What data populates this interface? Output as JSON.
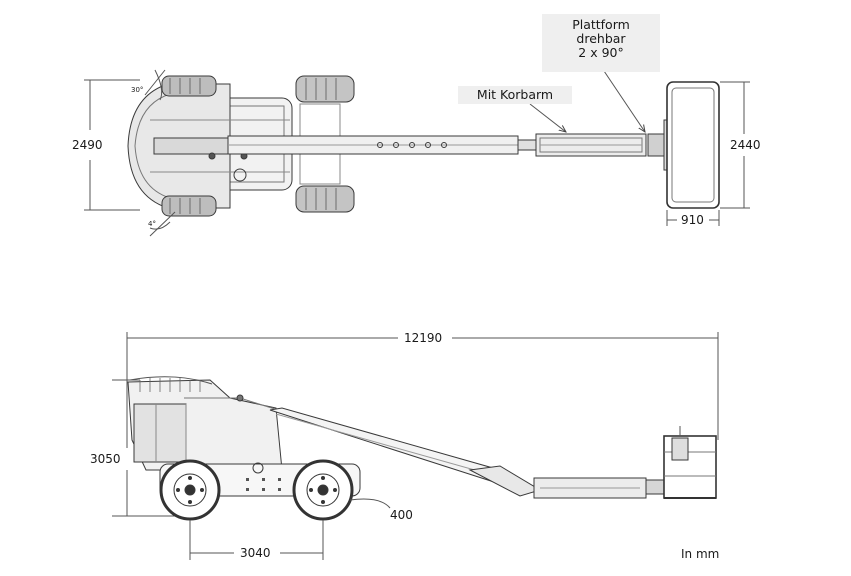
{
  "top_view": {
    "dims": {
      "overall_width": "2490",
      "platform_width": "2440",
      "platform_depth": "910"
    },
    "callouts": {
      "rotating_platform": [
        "Plattform",
        "drehbar",
        "2 x 90°"
      ],
      "with_jib": "Mit Korbarm"
    },
    "angle_marks": [
      "30°",
      "4°"
    ]
  },
  "side_view": {
    "dims": {
      "overall_length": "12190",
      "stowed_height": "3050",
      "wheelbase": "3040",
      "ground_clearance": "400"
    }
  },
  "units_note": "In mm",
  "colors": {
    "line": "#3a3a3a",
    "fill_light": "#e6e6e6",
    "fill_mid": "#cfcfcf",
    "callout_bg": "#efefef"
  }
}
